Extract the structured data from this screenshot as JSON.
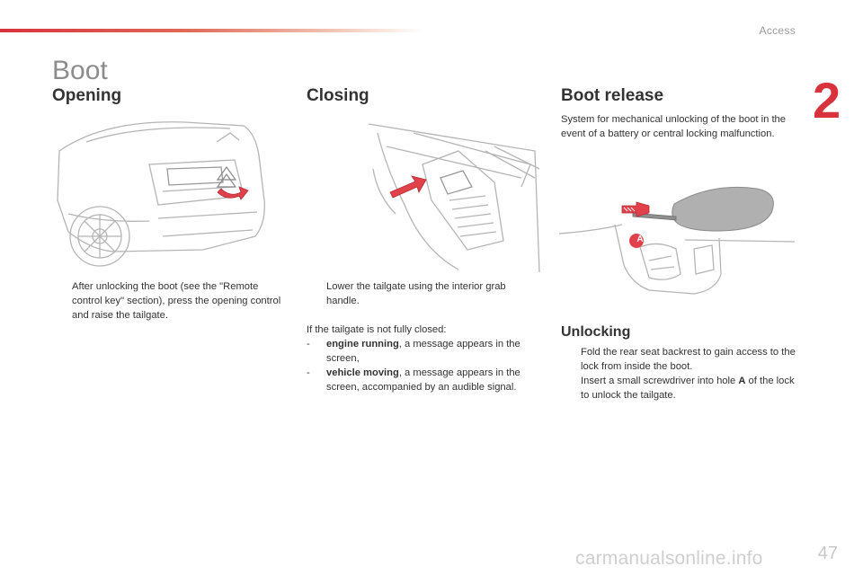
{
  "header": {
    "section_label": "Access",
    "chapter_number": "2"
  },
  "page_title": "Boot",
  "opening": {
    "heading": "Opening",
    "bullet_symbol": "",
    "bullet_text": "After unlocking the boot (see the \"Remote control key\" section), press the opening control and raise the tailgate."
  },
  "closing": {
    "heading": "Closing",
    "bullet_symbol": "",
    "bullet_text": "Lower the tailgate using the interior grab handle.",
    "intro": "If the tailgate is not fully closed:",
    "items": [
      {
        "dash": "-",
        "bold": "engine running",
        "rest": ", a message appears in the screen,"
      },
      {
        "dash": "-",
        "bold": "vehicle moving",
        "rest": ", a message appears in the screen, accompanied by an audible signal."
      }
    ]
  },
  "boot_release": {
    "heading": "Boot release",
    "description": "System for mechanical unlocking of the boot in the event of a battery or central locking malfunction.",
    "figure_label": "A"
  },
  "unlocking": {
    "heading": "Unlocking",
    "bullets": [
      {
        "symbol": "",
        "before": "Fold the rear seat backrest to gain access to the lock from inside the boot.",
        "bold": "",
        "after": ""
      },
      {
        "symbol": "",
        "before": "Insert a small screwdriver into hole ",
        "bold": "A",
        "after": " of the lock to unlock the tailgate."
      }
    ]
  },
  "footer": {
    "page_number": "47",
    "watermark": "carmanualsonline.info"
  },
  "colors": {
    "accent_red": "#d8323c",
    "title_grey": "#8c8c8c"
  }
}
